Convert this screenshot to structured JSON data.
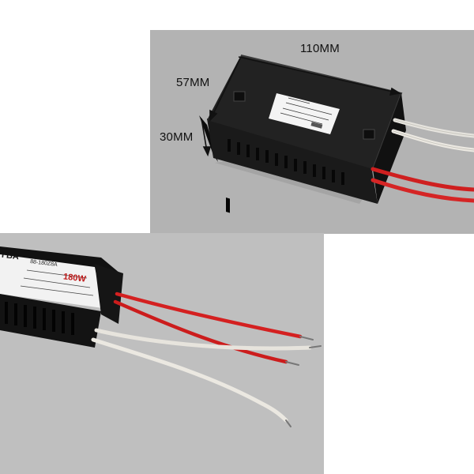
{
  "top_view": {
    "dimension_length": "110MM",
    "dimension_width": "57MM",
    "dimension_height": "30MM"
  },
  "bottom_view": {
    "label_brand": "I BA",
    "label_model": "88-180Z8A",
    "label_power": "180W"
  },
  "colors": {
    "case": "#141414",
    "red_wire": "#d42020",
    "white_wire": "#e8e6e0",
    "background": "#b3b3b3"
  }
}
